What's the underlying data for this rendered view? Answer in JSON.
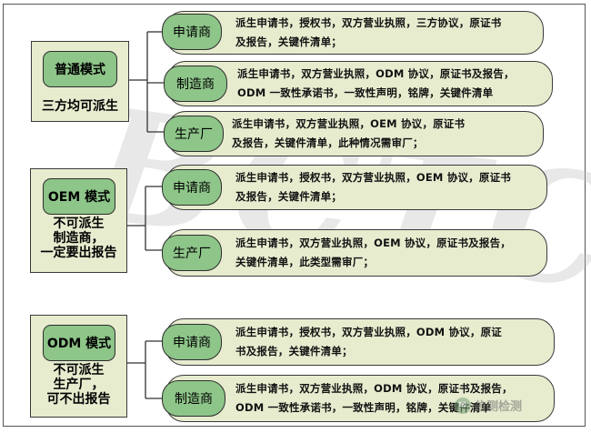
{
  "watermark": "BCTC",
  "modes": [
    {
      "name": "普通模式",
      "desc": "三方均可派生",
      "rows": [
        {
          "label": "申请商",
          "lines": [
            "派生申请书，授权书，双方营业执照，三方协议，原证书",
            "及报告，关键件清单；"
          ]
        },
        {
          "label": "制造商",
          "lines": [
            "派生申请书，双方营业执照，ODM 协议，原证书及报告，",
            "ODM 一致性承诺书，一致性声明，铭牌，关键件清单"
          ]
        },
        {
          "label": "生产厂",
          "lines": [
            "派生申请书，双方营业执照，OEM 协议，原证书",
            "及报告，关键件清单，此种情况需审厂；"
          ]
        }
      ]
    },
    {
      "name": "OEM 模式",
      "desc": "不可派生\n制造商，\n一定要出报告",
      "rows": [
        {
          "label": "申请商",
          "lines": [
            "派生申请书，授权书，双方营业执照，OEM 协议，原证书",
            "及报告，关键件清单；"
          ]
        },
        {
          "label": "生产厂",
          "lines": [
            "派生申请书，双方营业执照，OEM 协议，原证书及报告，",
            "关键件清单，此类型需审厂；"
          ]
        }
      ]
    },
    {
      "name": "ODM 模式",
      "desc": "不可派生\n生产厂，\n可不出报告",
      "rows": [
        {
          "label": "申请商",
          "lines": [
            "派生申请书，授权书，双方营业执照，ODM 协议，原证",
            "书及报告，关键件清单；"
          ]
        },
        {
          "label": "制造商",
          "lines": [
            "派生申请书，双方营业执照，ODM 协议，原证书及报告，",
            "ODM 一致性承诺书，一致性声明，铭牌，关键件清单"
          ]
        }
      ]
    }
  ],
  "logo_text": "信测检测",
  "colors": {
    "card_bg": "#e7eccf",
    "label_green": "#8ec589",
    "border": "#3a3a3a"
  }
}
